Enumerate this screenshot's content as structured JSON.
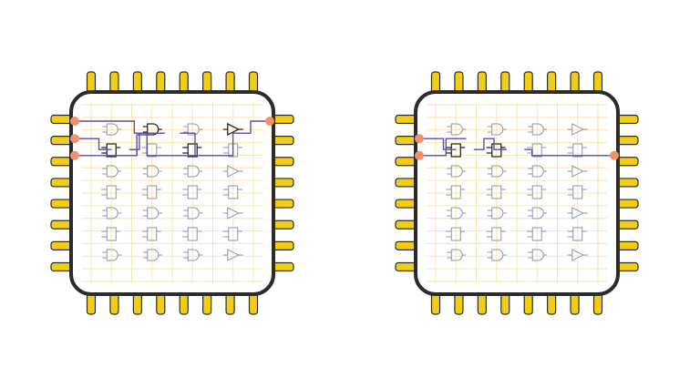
{
  "colors": {
    "background": "#ffffff",
    "chip_body": "#ffffff",
    "chip_border": "#2b2b2b",
    "pin_fill": "#f2cd16",
    "pin_stroke": "#2b2b2b",
    "grid": "#f6e7b0",
    "cell_icon": "#8e95a8",
    "highlight_icon": "#2b2b2b",
    "route": "#5c4f9e",
    "endpoint": "#f0916a"
  },
  "chips": [
    {
      "id": "chip-left",
      "grid": {
        "rows": [
          [
            "and-gate",
            "and-gate",
            "and-gate",
            "buffer-gate"
          ],
          [
            "flipflop",
            "flipflop",
            "flipflop",
            "flipflop"
          ],
          [
            "and-gate",
            "and-gate",
            "and-gate",
            "buffer-gate"
          ],
          [
            "flipflop",
            "flipflop",
            "flipflop",
            "flipflop"
          ],
          [
            "and-gate",
            "and-gate",
            "and-gate",
            "buffer-gate"
          ],
          [
            "flipflop",
            "flipflop",
            "flipflop",
            "flipflop"
          ],
          [
            "and-gate",
            "and-gate",
            "and-gate",
            "buffer-gate"
          ]
        ]
      },
      "highlighted_cells": [
        {
          "row": 0,
          "col": 1
        },
        {
          "row": 0,
          "col": 3
        },
        {
          "row": 1,
          "col": 0
        },
        {
          "row": 1,
          "col": 2
        }
      ],
      "routes": [
        {
          "points": [
            [
              0,
              0.3
            ],
            [
              1.25,
              0.3
            ],
            [
              1.25,
              0.52
            ],
            [
              1.85,
              0.52
            ]
          ]
        },
        {
          "points": [
            [
              2.15,
              0.52
            ],
            [
              2.45,
              0.52
            ],
            [
              2.45,
              0.93
            ],
            [
              3.2,
              0.93
            ],
            [
              3.2,
              0.52
            ],
            [
              3.55,
              0.52
            ],
            [
              3.55,
              0.3
            ],
            [
              4,
              0.3
            ]
          ]
        },
        {
          "points": [
            [
              0,
              0.62
            ],
            [
              0.55,
              0.62
            ],
            [
              0.55,
              0.82
            ],
            [
              0.8,
              0.82
            ]
          ]
        },
        {
          "points": [
            [
              1.15,
              0.82
            ],
            [
              1.35,
              0.82
            ],
            [
              1.35,
              0.52
            ],
            [
              1.85,
              0.52
            ]
          ]
        },
        {
          "points": [
            [
              0,
              0.93
            ],
            [
              1.3,
              0.93
            ],
            [
              1.3,
              0.55
            ],
            [
              1.5,
              0.55
            ],
            [
              1.5,
              0.93
            ],
            [
              2.45,
              0.93
            ]
          ]
        },
        {
          "points": [
            [
              1.15,
              0.82
            ],
            [
              1.3,
              0.82
            ],
            [
              1.3,
              0.93
            ]
          ]
        }
      ],
      "endpoints": [
        {
          "side": "left",
          "y": 0.3
        },
        {
          "side": "left",
          "y": 0.62
        },
        {
          "side": "left",
          "y": 0.93
        },
        {
          "side": "right",
          "y": 0.3
        }
      ]
    },
    {
      "id": "chip-right",
      "grid": {
        "rows": [
          [
            "and-gate",
            "and-gate",
            "and-gate",
            "buffer-gate"
          ],
          [
            "flipflop",
            "flipflop",
            "flipflop",
            "flipflop"
          ],
          [
            "and-gate",
            "and-gate",
            "and-gate",
            "buffer-gate"
          ],
          [
            "flipflop",
            "flipflop",
            "flipflop",
            "flipflop"
          ],
          [
            "and-gate",
            "and-gate",
            "and-gate",
            "buffer-gate"
          ],
          [
            "flipflop",
            "flipflop",
            "flipflop",
            "flipflop"
          ],
          [
            "and-gate",
            "and-gate",
            "and-gate",
            "buffer-gate"
          ]
        ]
      },
      "highlighted_cells": [
        {
          "row": 1,
          "col": 0
        },
        {
          "row": 1,
          "col": 1
        }
      ],
      "routes": [
        {
          "points": [
            [
              0,
              0.62
            ],
            [
              0.55,
              0.62
            ],
            [
              0.55,
              0.82
            ],
            [
              0.8,
              0.82
            ]
          ]
        },
        {
          "points": [
            [
              1.15,
              0.82
            ],
            [
              1.35,
              0.82
            ],
            [
              1.35,
              0.62
            ],
            [
              1.55,
              0.62
            ],
            [
              1.55,
              0.82
            ],
            [
              1.8,
              0.82
            ]
          ]
        },
        {
          "points": [
            [
              0,
              0.93
            ],
            [
              0.6,
              0.93
            ],
            [
              0.6,
              0.62
            ],
            [
              1.0,
              0.62
            ]
          ]
        },
        {
          "points": [
            [
              2.15,
              0.82
            ],
            [
              2.3,
              0.82
            ],
            [
              2.3,
              0.93
            ],
            [
              4,
              0.93
            ]
          ]
        }
      ],
      "endpoints": [
        {
          "side": "left",
          "y": 0.62
        },
        {
          "side": "left",
          "y": 0.93
        },
        {
          "side": "right",
          "y": 0.93
        }
      ]
    }
  ]
}
